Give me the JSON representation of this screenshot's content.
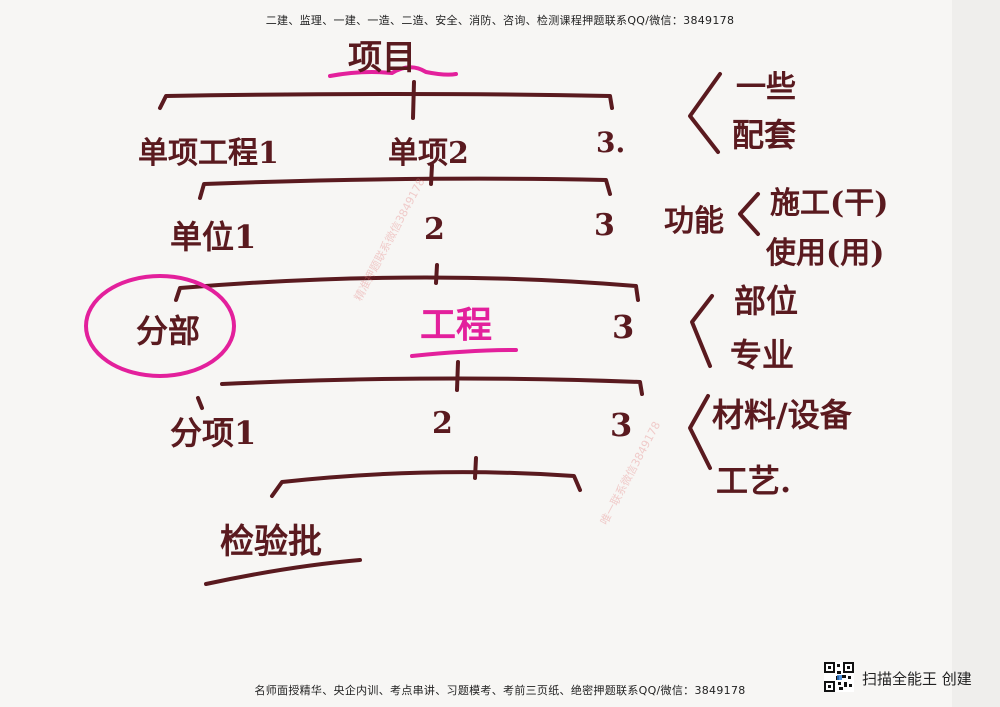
{
  "header": {
    "banner": "二建、监理、一建、一造、二造、安全、消防、咨询、检测课程押题联系QQ/微信：3849178"
  },
  "footer": {
    "banner": "名师面授精华、央企内训、考点串讲、习题模考、考前三页纸、绝密押题联系QQ/微信：3849178"
  },
  "handwriting": {
    "top": "项目",
    "level1": {
      "a": "单项工程1",
      "b": "单项2",
      "c": "3."
    },
    "level2": {
      "a": "单位1",
      "b": "2",
      "c": "3"
    },
    "level3": {
      "a": "分部",
      "b": "工程",
      "c": "3"
    },
    "level4": {
      "a": "分项1",
      "b": "2",
      "c": "3"
    },
    "bottom": "检验批",
    "right1": {
      "top": "一些",
      "bottom": "配套"
    },
    "right2": {
      "label": "功能",
      "top": "施工(干)",
      "bottom": "使用(用)"
    },
    "right3": {
      "top": "部位",
      "bottom": "专业"
    },
    "right4": {
      "top": "材料/设备",
      "bottom": "工艺."
    }
  },
  "watermark": {
    "a": "精准押题联系微信3849178",
    "b": "唯一联系微信3849178"
  },
  "scanner": {
    "label": "扫描全能王 创建",
    "icon": "qr-code-icon"
  },
  "colors": {
    "ink": "#5a1a1f",
    "highlight": "#e3209c",
    "paper": "#f7f6f4"
  }
}
